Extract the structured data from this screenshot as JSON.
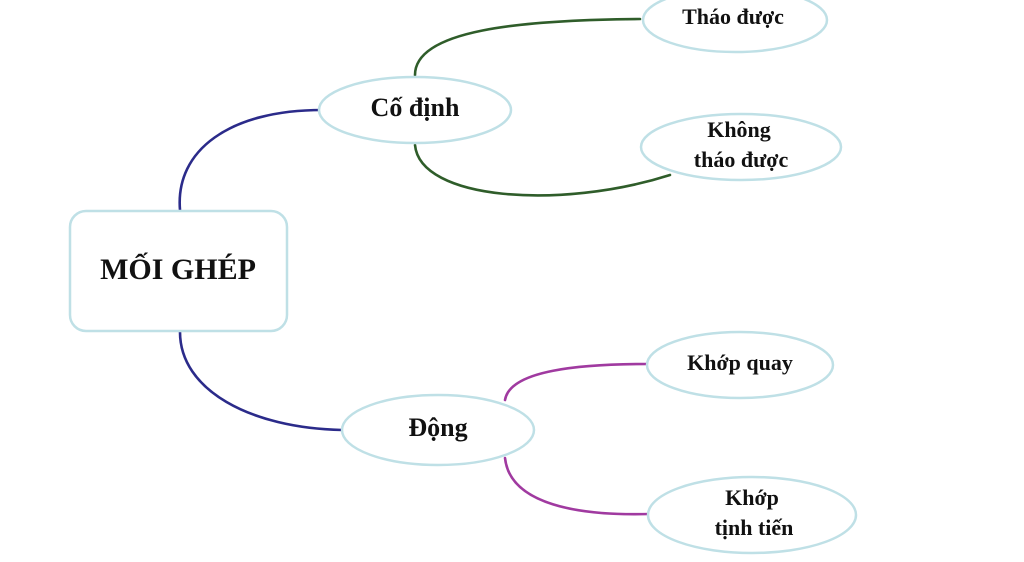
{
  "diagram": {
    "root": {
      "label": "MỐI GHÉP"
    },
    "branches": [
      {
        "label": "Cố định",
        "children": [
          {
            "lines": [
              "Tháo được"
            ]
          },
          {
            "lines": [
              "Không",
              "tháo được"
            ]
          }
        ]
      },
      {
        "label": "Động",
        "children": [
          {
            "lines": [
              "Khớp quay"
            ]
          },
          {
            "lines": [
              "Khớp",
              "tịnh tiến"
            ]
          }
        ]
      }
    ]
  },
  "colors": {
    "root_edges": "#2b2b8a",
    "branch1_edges": "#2f5d2a",
    "branch2_edges": "#a03aa0",
    "node_border": "#bfe0e6"
  }
}
